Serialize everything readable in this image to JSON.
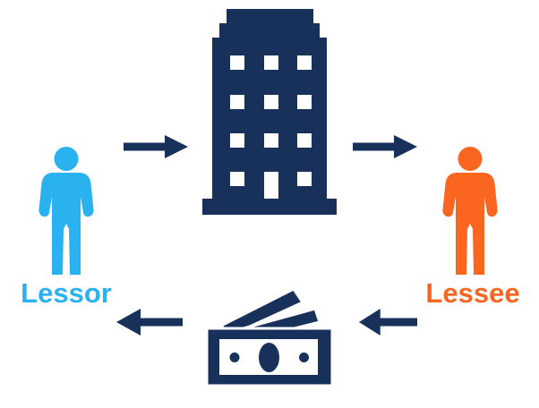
{
  "labels": {
    "lessor": "Lessor",
    "lessee": "Lessee"
  },
  "colors": {
    "navy": "#17315B",
    "blue": "#29B2EF",
    "orange": "#FA651F",
    "background": "#FFFFFF"
  },
  "icons": [
    {
      "name": "lessor-person-icon",
      "color": "#29B2EF",
      "meaning": "lessor person figure"
    },
    {
      "name": "building-icon",
      "color": "#17315B",
      "meaning": "leased property building"
    },
    {
      "name": "lessee-person-icon",
      "color": "#FA651F",
      "meaning": "lessee person figure"
    },
    {
      "name": "money-icon",
      "color": "#17315B",
      "meaning": "rent payment cash"
    }
  ],
  "arrows": [
    {
      "name": "arrow-lessor-to-building",
      "direction": "right"
    },
    {
      "name": "arrow-building-to-lessee",
      "direction": "right"
    },
    {
      "name": "arrow-lessee-to-money",
      "direction": "left"
    },
    {
      "name": "arrow-money-to-lessor",
      "direction": "left"
    }
  ]
}
